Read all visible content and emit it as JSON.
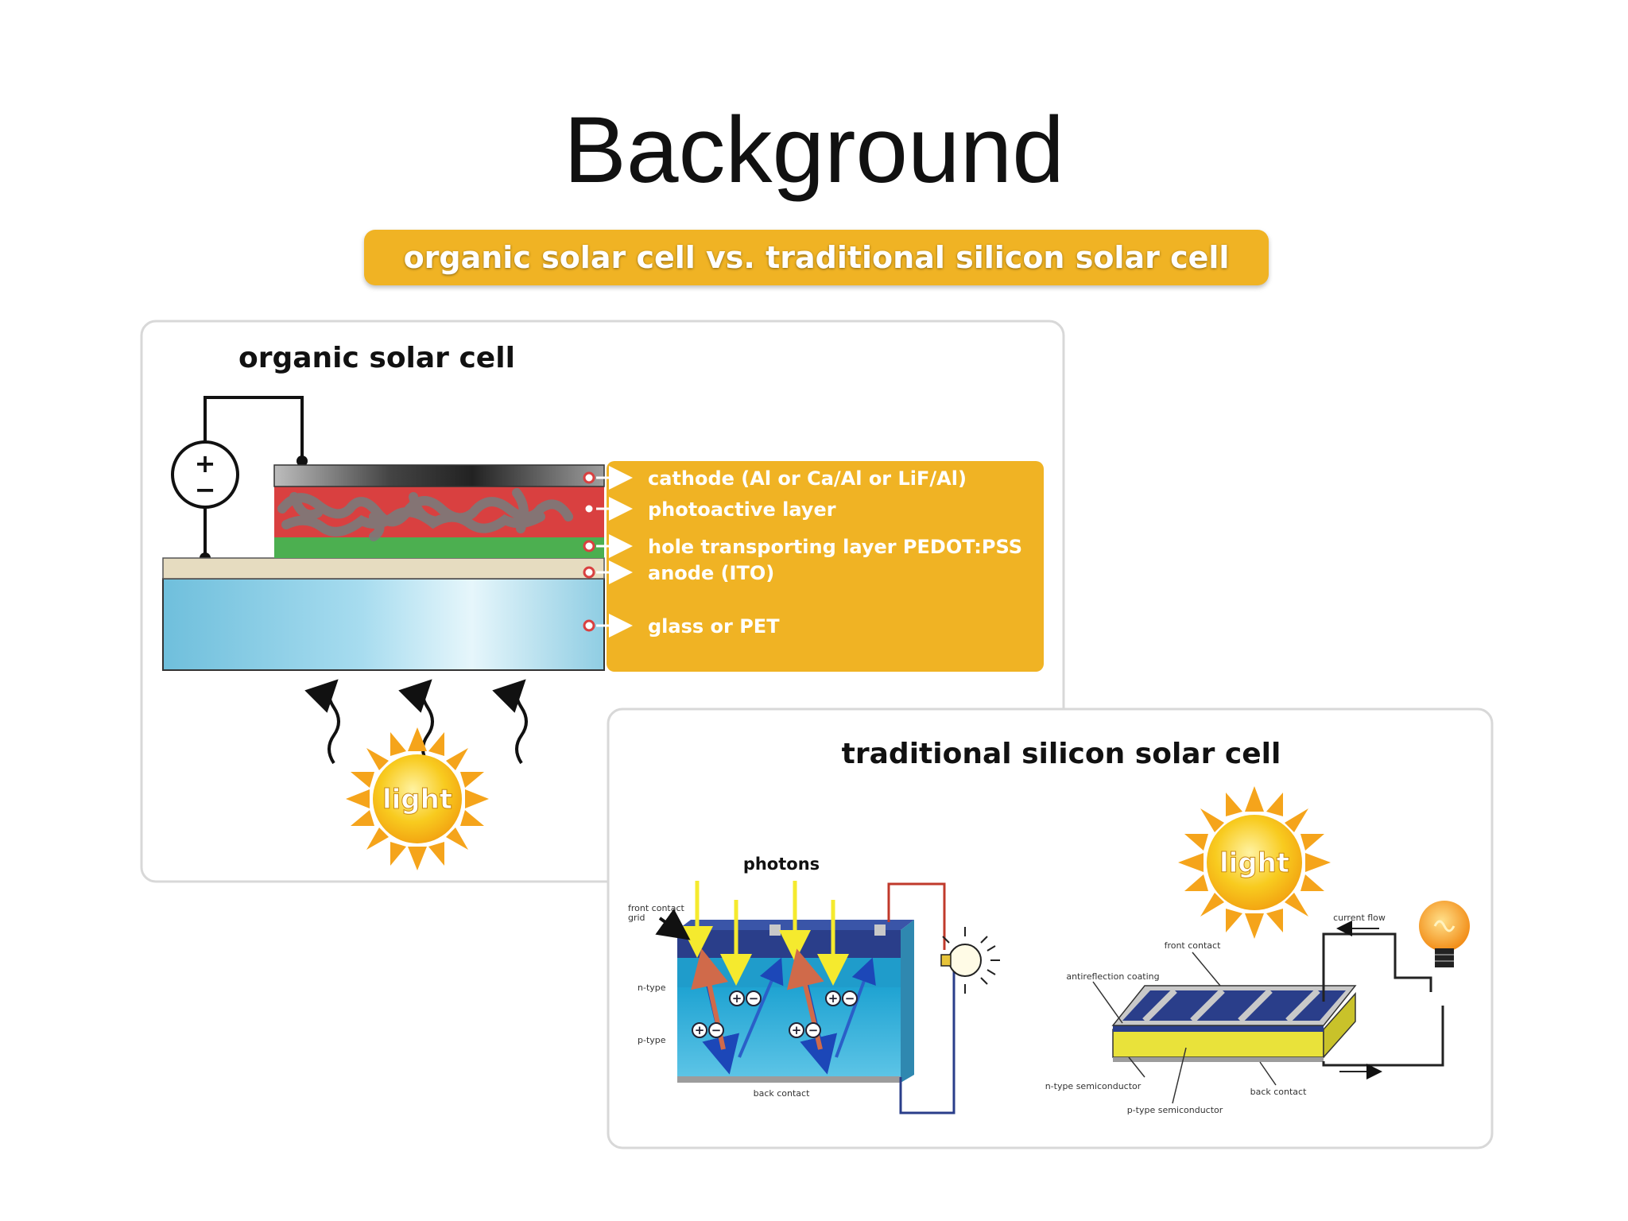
{
  "slide": {
    "title": "Background"
  },
  "banner": {
    "text": "organic solar cell vs. traditional silicon solar cell"
  },
  "organic": {
    "title": "organic solar cell",
    "layers": [
      "cathode (Al or Ca/Al or LiF/Al)",
      "photoactive layer",
      "hole transporting layer PEDOT:PSS",
      "anode (ITO)",
      "glass or PET"
    ],
    "source_plus": "+",
    "source_minus": "−",
    "sun_label": "light"
  },
  "silicon": {
    "title": "traditional silicon solar cell",
    "photons_label": "photons",
    "front_contact_grid": [
      "front contact",
      "grid"
    ],
    "n_type": "n-type",
    "p_type": "p-type",
    "back_contact_left": "back contact",
    "sun_label": "light",
    "current_flow": "current flow",
    "front_contact": "front contact",
    "antireflection": "antireflection coating",
    "n_type_semiconductor": "n-type semiconductor",
    "back_contact_right": "back contact",
    "p_type_semiconductor": "p-type semiconductor",
    "plus": "+",
    "minus": "−"
  },
  "colors": {
    "accent_orange": "#f0b324",
    "sun_core": "#f7c51c",
    "sun_rays": "#f5a41b",
    "red_layer": "#d94040",
    "green_layer": "#4caf50",
    "glass_blue": "#7cc4df",
    "silicon_blue": "#2aa6d2",
    "navy": "#2a3e8a",
    "yellow_layer": "#e9e23a"
  }
}
